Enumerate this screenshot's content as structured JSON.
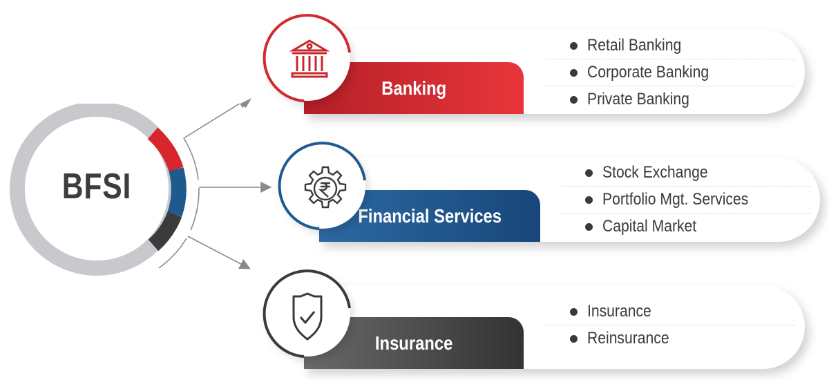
{
  "hub": {
    "label": "BFSI",
    "ring_color": "#c8c9cc",
    "segments": [
      {
        "name": "banking",
        "color": "#d8262d"
      },
      {
        "name": "financial-services",
        "color": "#1f5a8f"
      },
      {
        "name": "insurance",
        "color": "#3b3b3b"
      }
    ]
  },
  "categories": [
    {
      "id": "banking",
      "title": "Banking",
      "icon": "bank-building-icon",
      "color": "#d8262d",
      "items": [
        "Retail Banking",
        "Corporate Banking",
        "Private Banking"
      ]
    },
    {
      "id": "financial-services",
      "title": "Financial Services",
      "icon": "rupee-gear-icon",
      "color": "#1f5a8f",
      "items": [
        "Stock Exchange",
        "Portfolio Mgt. Services",
        "Capital Market"
      ]
    },
    {
      "id": "insurance",
      "title": "Insurance",
      "icon": "shield-check-icon",
      "color": "#3b3b3b",
      "items": [
        "Insurance",
        "Reinsurance"
      ]
    }
  ]
}
